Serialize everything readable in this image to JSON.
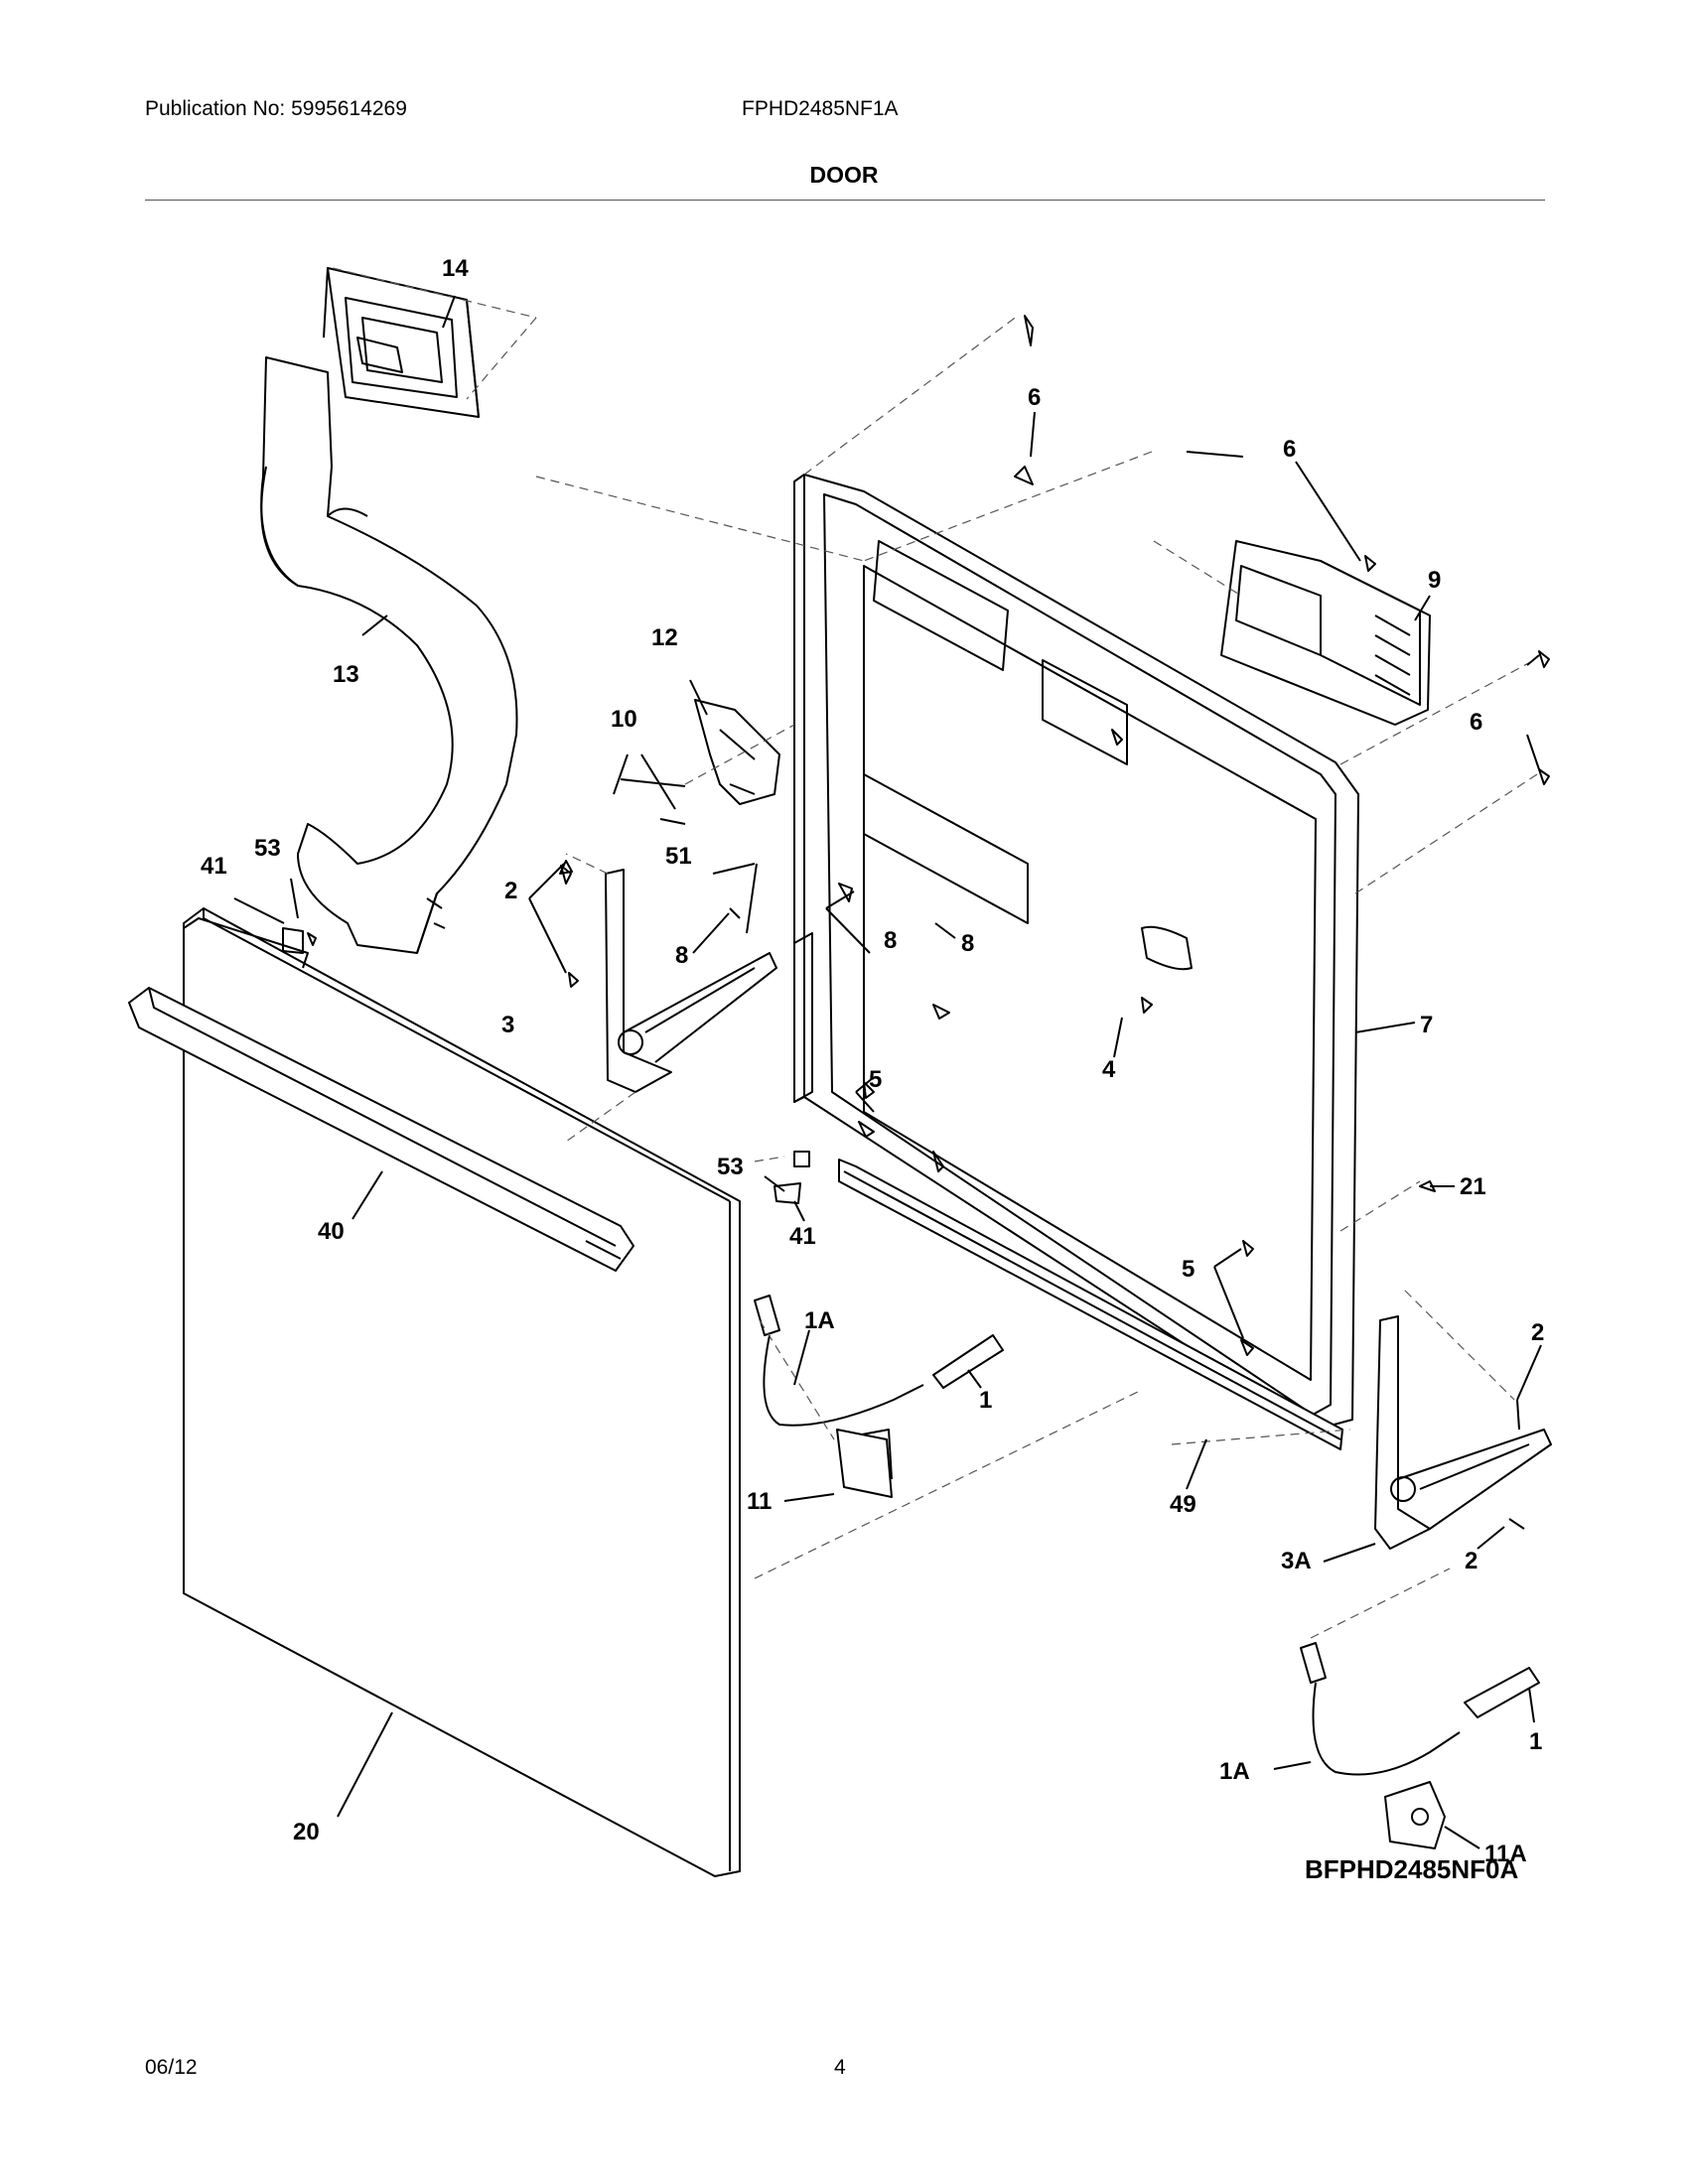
{
  "header": {
    "publication": "Publication No: 5995614269",
    "model": "FPHD2485NF1A"
  },
  "section_title": "DOOR",
  "callouts": {
    "c14": "14",
    "c6a": "6",
    "c6b": "6",
    "c9": "9",
    "c6c": "6",
    "c12": "12",
    "c13": "13",
    "c10": "10",
    "c41a": "41",
    "c53a": "53",
    "c51": "51",
    "c2a": "2",
    "c8a": "8",
    "c8b": "8",
    "c8c": "8",
    "c7": "7",
    "c3": "3",
    "c4": "4",
    "c5a": "5",
    "c53b": "53",
    "c41b": "41",
    "c40": "40",
    "c21": "21",
    "c5b": "5",
    "c1a_a": "1A",
    "c2b": "2",
    "c1_a": "1",
    "c11": "11",
    "c49": "49",
    "c3a": "3A",
    "c2c": "2",
    "c1_b": "1",
    "c1a_b": "1A",
    "c11a": "11A",
    "c20": "20"
  },
  "diagram_code": "BFPHD2485NF0A",
  "footer": {
    "date": "06/12",
    "page": "4"
  }
}
